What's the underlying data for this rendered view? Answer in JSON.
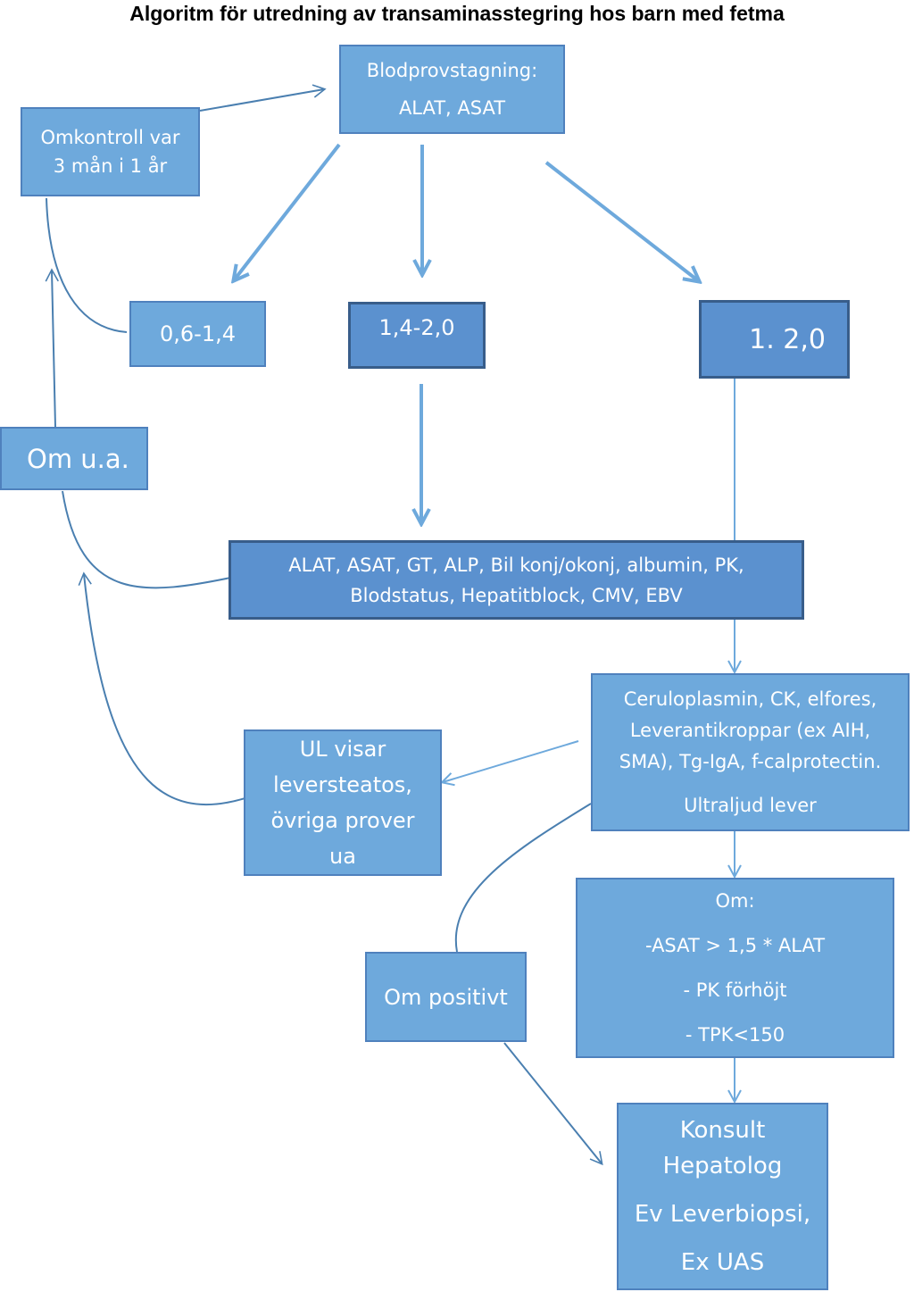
{
  "title": "Algoritm för utredning av transaminasstegring hos barn med fetma",
  "colors": {
    "box_fill": "#6ea9dc",
    "box_fill_dark": "#5b91cf",
    "box_border": "#4f81bd",
    "border_dark": "#385d8a",
    "arrow": "#6ea9dc",
    "connector": "#4a7fb0"
  },
  "nodes": {
    "blood": {
      "line1": "Blodprovstagning:",
      "line2": "ALAT, ASAT"
    },
    "recheck": {
      "line1": "Omkontroll var",
      "line2": "3 mån i 1 år"
    },
    "range_low": {
      "label": "0,6-1,4"
    },
    "range_mid": {
      "label": "1,4-2,0"
    },
    "range_high": {
      "label": "1. 2,0"
    },
    "normal": {
      "label": "Om u.a."
    },
    "tests1": {
      "line1": "ALAT, ASAT, GT, ALP, Bil konj/okonj, albumin, PK,",
      "line2": "Blodstatus, Hepatitblock, CMV, EBV"
    },
    "tests2": {
      "line1": "Ceruloplasmin, CK, elfores,",
      "line2": "Leverantikroppar (ex AIH,",
      "line3": "SMA), Tg-IgA, f-calprotectin.",
      "line4": "Ultraljud lever"
    },
    "ultrasound": {
      "line1": "UL visar",
      "line2": "leversteatos,",
      "line3": "övriga prover",
      "line4": "ua"
    },
    "positive": {
      "label": "Om positivt"
    },
    "criteria": {
      "line1": "Om:",
      "line2": "-ASAT > 1,5 * ALAT",
      "line3": "- PK förhöjt",
      "line4": "- TPK<150"
    },
    "consult": {
      "line1": "Konsult",
      "line2": "Hepatolog",
      "line3": "Ev Leverbiopsi,",
      "line4": "Ex UAS"
    }
  }
}
